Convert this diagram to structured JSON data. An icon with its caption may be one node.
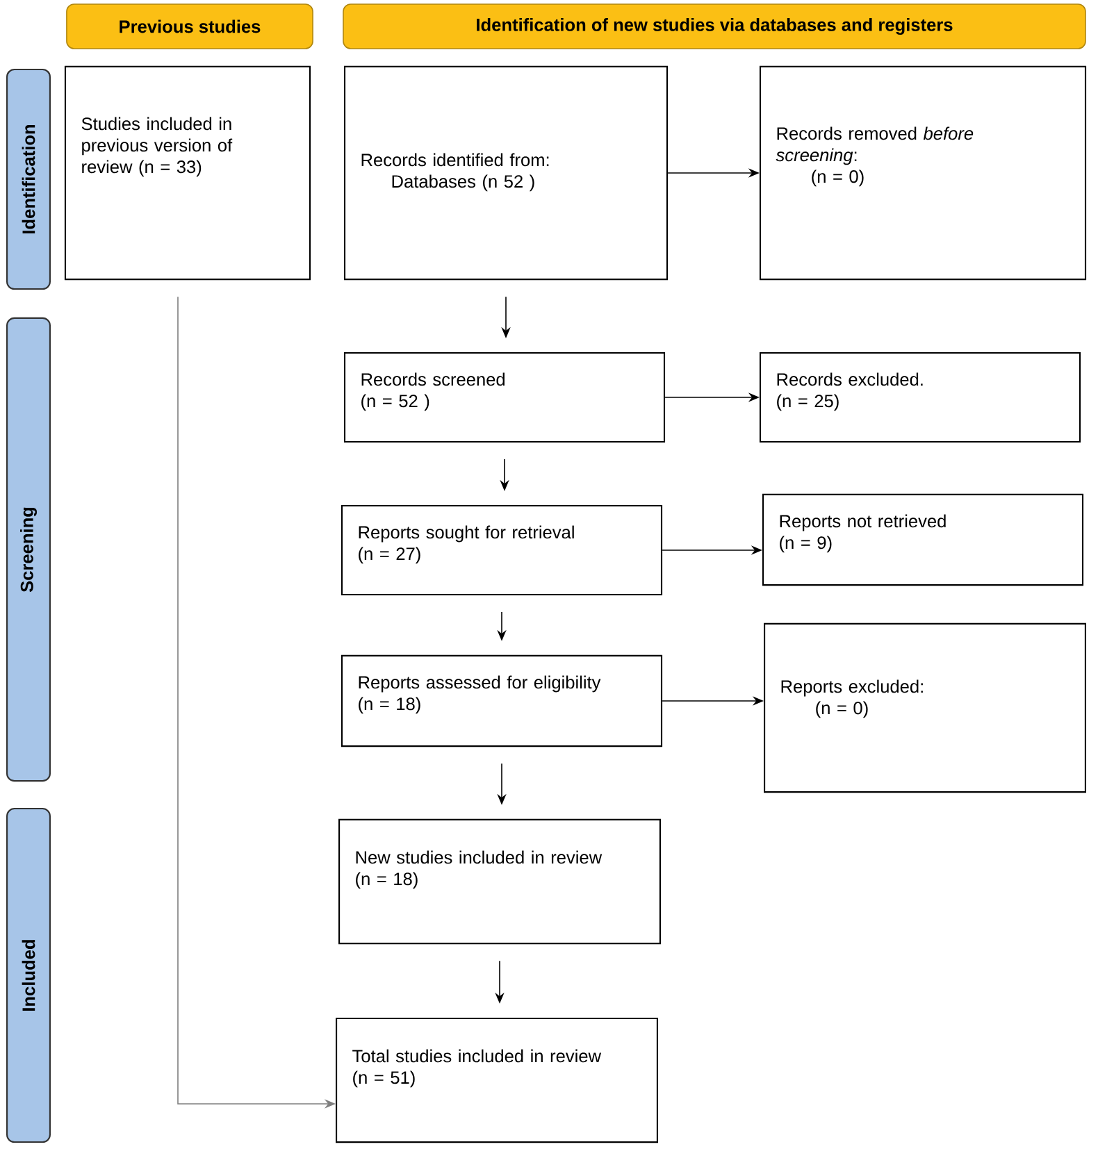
{
  "diagram": {
    "nodes": [
      {
        "text": [
          "Previous studies"
        ]
      },
      {
        "text": [
          "Identification of new studies via databases and registers"
        ]
      },
      {
        "text": [
          "Identification"
        ]
      },
      {
        "text": [
          "Screening"
        ]
      },
      {
        "text": [
          "Included"
        ]
      },
      {
        "text": [
          "Studies included in previous version of review (n = 33)"
        ]
      },
      {
        "text": [
          "Records identified from:",
          "Databases (n 52 )"
        ]
      },
      {
        "text": [
          "Records removed *before screening*:",
          "(n = 0)"
        ]
      },
      {
        "text": [
          "Records screened",
          "(n = 52 )"
        ]
      },
      {
        "text": [
          "Records excluded.",
          "(n = 25)"
        ]
      },
      {
        "text": [
          "Reports sought for retrieval",
          "(n = 27)"
        ]
      },
      {
        "text": [
          "Reports not retrieved",
          "(n = 9)"
        ]
      },
      {
        "text": [
          "Reports assessed for eligibility",
          "(n = 18)"
        ]
      },
      {
        "text": [
          "Reports excluded:",
          "(n = 0)"
        ]
      },
      {
        "text": [
          "New studies included in review",
          "(n = 18)"
        ]
      },
      {
        "text": [
          "Total studies included in review",
          "(n = 51)"
        ]
      }
    ],
    "edges": [
      {
        "from": 6,
        "to": 7,
        "arrow": "to"
      },
      {
        "from": 6,
        "to": 8,
        "arrow": "to"
      },
      {
        "from": 8,
        "to": 9,
        "arrow": "to"
      },
      {
        "from": 8,
        "to": 10,
        "arrow": "to"
      },
      {
        "from": 10,
        "to": 11,
        "arrow": "to"
      },
      {
        "from": 10,
        "to": 12,
        "arrow": "to"
      },
      {
        "from": 12,
        "to": 13,
        "arrow": "to"
      },
      {
        "from": 12,
        "to": 14,
        "arrow": "to"
      },
      {
        "from": 14,
        "to": 15,
        "arrow": "to"
      },
      {
        "from": 5,
        "to": 15,
        "arrow": "to",
        "color": "#7f7f7f"
      }
    ]
  }
}
